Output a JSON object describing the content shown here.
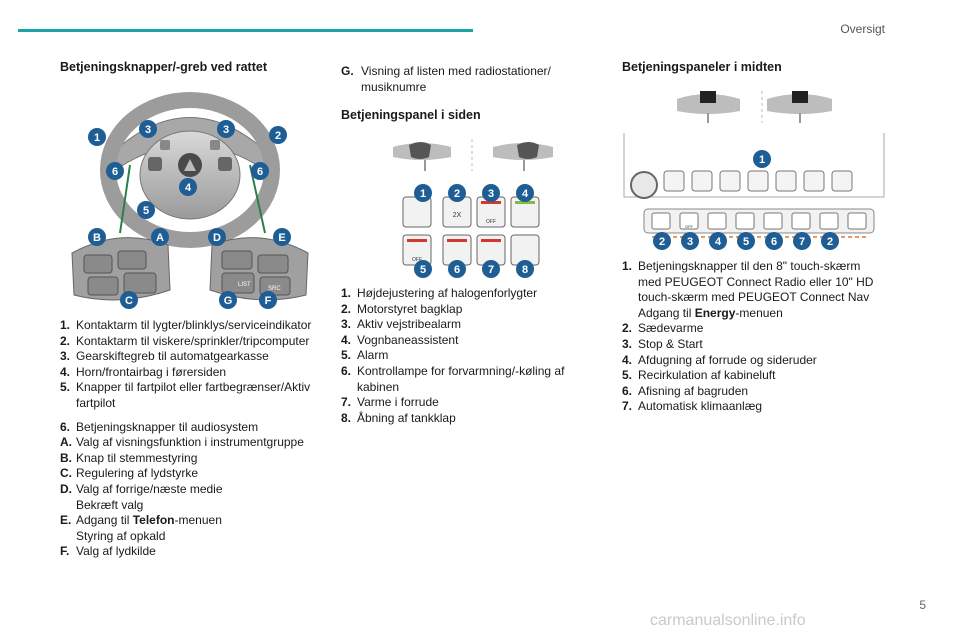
{
  "header": {
    "section": "Oversigt"
  },
  "page_number": "5",
  "watermark": "carmanualsonline.info",
  "col1": {
    "heading": "Betjeningsknapper/-greb ved rattet",
    "figure_labels": {
      "n1": "1",
      "n2": "2",
      "n3": "3",
      "n4": "4",
      "n5": "5",
      "n6": "6",
      "A": "A",
      "B": "B",
      "C": "C",
      "D": "D",
      "E": "E",
      "F": "F",
      "G": "G",
      "list": "LIST",
      "src": "SRC"
    },
    "items": [
      {
        "key": "1.",
        "text": "Kontaktarm til lygter/blinklys/serviceindikator"
      },
      {
        "key": "2.",
        "text": "Kontaktarm til viskere/sprinkler/tripcomputer"
      },
      {
        "key": "3.",
        "text": "Gearskiftegreb til automatgearkasse"
      },
      {
        "key": "4.",
        "text": "Horn/frontairbag i førersiden"
      },
      {
        "key": "5.",
        "text": "Knapper til fartpilot eller fartbegrænser/Aktiv fartpilot"
      }
    ],
    "items2": [
      {
        "key": "6.",
        "text": "Betjeningsknapper til audiosystem"
      },
      {
        "key": "A.",
        "text": "Valg af visningsfunktion i instrumentgruppe"
      },
      {
        "key": "B.",
        "text": "Knap til stemmestyring"
      },
      {
        "key": "C.",
        "text": "Regulering af lydstyrke"
      },
      {
        "key": "D.",
        "text": "Valg af forrige/næste medie",
        "text2": "Bekræft valg"
      },
      {
        "key": "E.",
        "text_pre": "Adgang til ",
        "bold": "Telefon",
        "text_post": "-menuen",
        "text2": "Styring af opkald"
      },
      {
        "key": "F.",
        "text": "Valg af lydkilde"
      }
    ]
  },
  "col2": {
    "top_item": {
      "key": "G.",
      "text": "Visning af listen med radiostationer/ musiknumre"
    },
    "heading": "Betjeningspanel i siden",
    "figure_labels": {
      "n1": "1",
      "n2": "2",
      "n3": "3",
      "n4": "4",
      "n5": "5",
      "n6": "6",
      "n7": "7",
      "n8": "8",
      "x2": "2X",
      "off": "OFF"
    },
    "items": [
      {
        "key": "1.",
        "text": "Højdejustering af halogenforlygter"
      },
      {
        "key": "2.",
        "text": "Motorstyret bagklap"
      },
      {
        "key": "3.",
        "text": "Aktiv vejstribealarm"
      },
      {
        "key": "4.",
        "text": "Vognbaneassistent"
      },
      {
        "key": "5.",
        "text": "Alarm"
      },
      {
        "key": "6.",
        "text": "Kontrollampe for forvarmning/-køling af kabinen"
      },
      {
        "key": "7.",
        "text": "Varme i forrude"
      },
      {
        "key": "8.",
        "text": "Åbning af tankklap"
      }
    ]
  },
  "col3": {
    "heading": "Betjeningspaneler i midten",
    "figure_labels": {
      "n1": "1",
      "n2": "2",
      "n3": "3",
      "n4": "4",
      "n5": "5",
      "n6": "6",
      "n7": "7",
      "n2b": "2",
      "off": "OFF"
    },
    "items": [
      {
        "key": "1.",
        "text": "Betjeningsknapper til den 8\" touch-skærm med PEUGEOT Connect Radio eller 10\" HD touch-skærm med PEUGEOT Connect Nav Adgang til ",
        "bold": "Energy",
        "text_post": "-menuen"
      },
      {
        "key": "2.",
        "text": "Sædevarme"
      },
      {
        "key": "3.",
        "text": "Stop & Start"
      },
      {
        "key": "4.",
        "text": "Afdugning af forrude og sideruder"
      },
      {
        "key": "5.",
        "text": "Recirkulation af kabineluft"
      },
      {
        "key": "6.",
        "text": "Afisning af bagruden"
      },
      {
        "key": "7.",
        "text": "Automatisk klimaanlæg"
      }
    ]
  },
  "colors": {
    "accent": "#1aa3a8",
    "badge": "#1f5e95",
    "red": "#d0392b",
    "green": "#7fbf3f"
  }
}
